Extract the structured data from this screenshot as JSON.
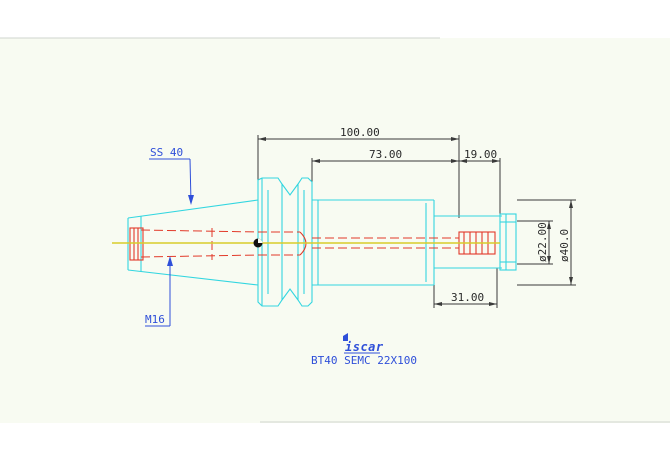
{
  "drawing": {
    "callouts": {
      "taper": "SS 40",
      "thread": "M16"
    },
    "dimensions": {
      "overall_length": "100.00",
      "body_length": "73.00",
      "nose_length": "19.00",
      "collet_length": "31.00",
      "bore_diameter": "ø22.00",
      "outer_diameter": "ø40.0"
    },
    "logo_text": "iscar",
    "part_designation": "BT40 SEMC 22X100",
    "colors": {
      "background": "#f8fbf2",
      "outline": "#33d6e0",
      "dimension": "#3a3a3a",
      "hidden": "#e23a2a",
      "centerline": "#d8cc2a",
      "leader": "#2f4fd9",
      "logo": "#2f4fd9"
    }
  }
}
